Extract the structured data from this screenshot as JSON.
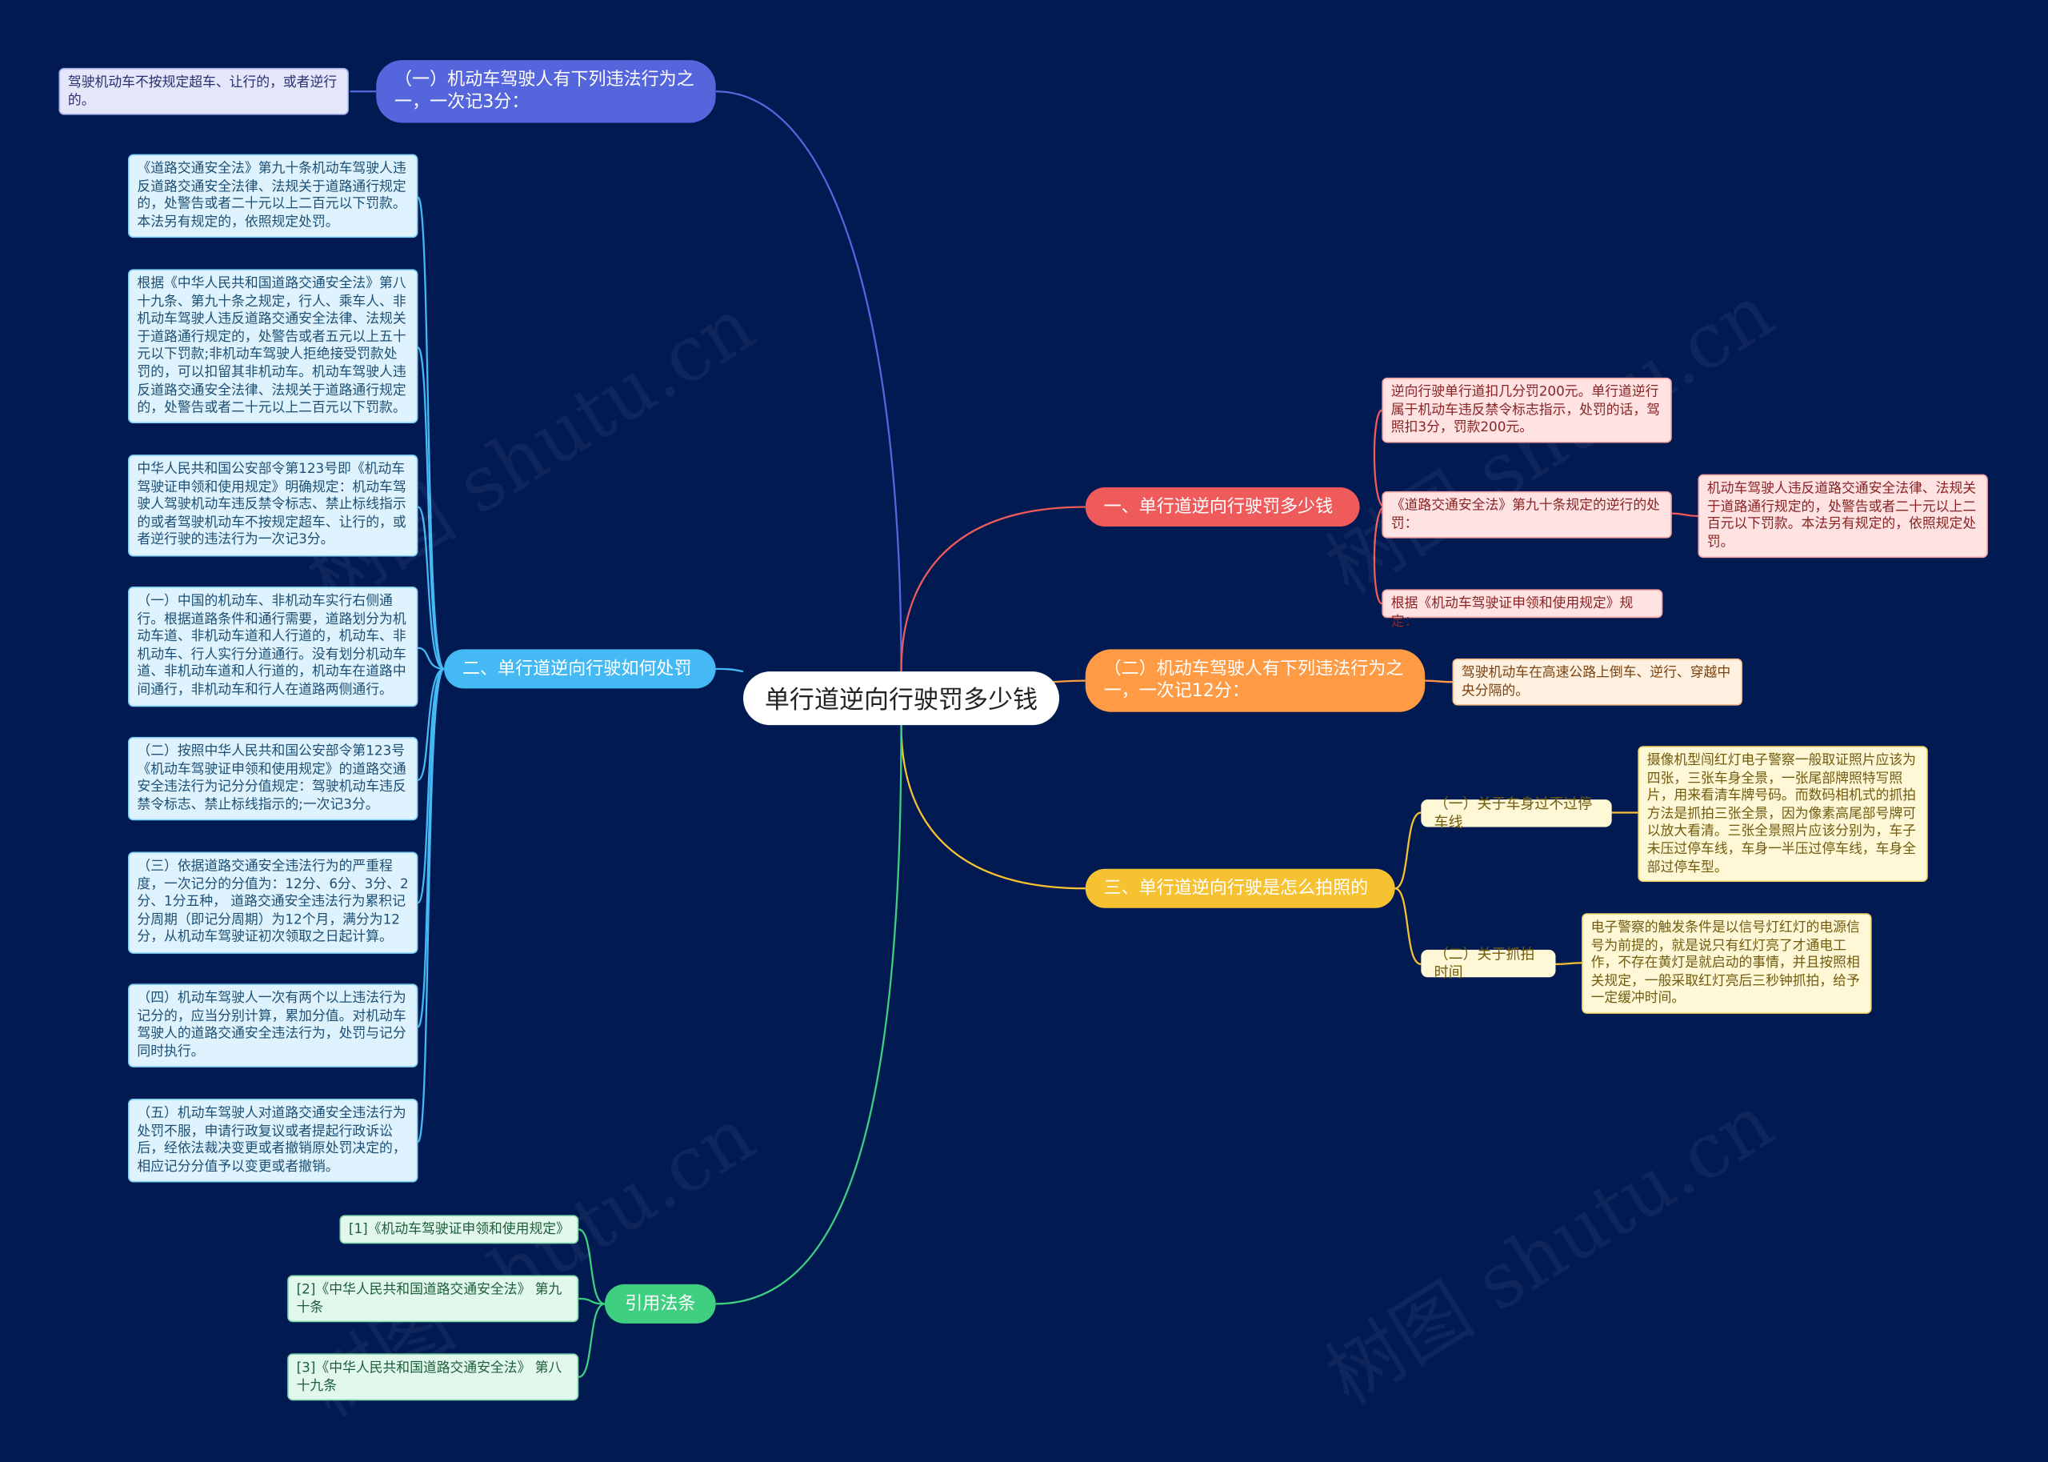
{
  "watermark": "树图 shutu.cn",
  "root": {
    "label": "单行道逆向行驶罚多少钱"
  },
  "colors": {
    "background": "#011a52",
    "branch_lav": "#5566dd",
    "branch_red": "#ef5b5b",
    "branch_orange": "#ff9a45",
    "branch_yellow": "#f6c232",
    "branch_blue": "#45b9f4",
    "branch_green": "#3ecf80"
  },
  "branches": {
    "lav": {
      "label": "（一）机动车驾驶人有下列违法行为之一，一次记3分：",
      "leaf": "驾驶机动车不按规定超车、让行的，或者逆行的。"
    },
    "red": {
      "label": "一、单行道逆向行驶罚多少钱",
      "items": [
        "逆向行驶单行道扣几分罚200元。单行道逆行属于机动车违反禁令标志指示，处罚的话，驾照扣3分，罚款200元。",
        "《道路交通安全法》第九十条规定的逆行的处罚：",
        "根据《机动车驾驶证申领和使用规定》规定："
      ],
      "detail": "机动车驾驶人违反道路交通安全法律、法规关于道路通行规定的，处警告或者二十元以上二百元以下罚款。本法另有规定的，依照规定处罚。"
    },
    "orange": {
      "label": "（二）机动车驾驶人有下列违法行为之一，一次记12分：",
      "leaf": "驾驶机动车在高速公路上倒车、逆行、穿越中央分隔的。"
    },
    "yellow": {
      "label": "三、单行道逆向行驶是怎么拍照的",
      "subs": [
        {
          "label": "（一）关于车身过不过停车线",
          "leaf": "摄像机型闯红灯电子警察一般取证照片应该为四张，三张车身全景，一张尾部牌照特写照片，用来看清车牌号码。而数码相机式的抓拍方法是抓拍三张全景，因为像素高尾部号牌可以放大看清。三张全景照片应该分别为，车子未压过停车线，车身一半压过停车线，车身全部过停车型。"
        },
        {
          "label": "（二）关于抓拍时间",
          "leaf": "电子警察的触发条件是以信号灯红灯的电源信号为前提的，就是说只有红灯亮了才通电工作，不存在黄灯是就启动的事情，并且按照相关规定，一般采取红灯亮后三秒钟抓拍，给予一定缓冲时间。"
        }
      ]
    },
    "blue": {
      "label": "二、单行道逆向行驶如何处罚",
      "leaves": [
        "《道路交通安全法》第九十条机动车驾驶人违反道路交通安全法律、法规关于道路通行规定的，处警告或者二十元以上二百元以下罚款。本法另有规定的，依照规定处罚。",
        "根据《中华人民共和国道路交通安全法》第八十九条、第九十条之规定，行人、乘车人、非机动车驾驶人违反道路交通安全法律、法规关于道路通行规定的，处警告或者五元以上五十元以下罚款;非机动车驾驶人拒绝接受罚款处罚的，可以扣留其非机动车。机动车驾驶人违反道路交通安全法律、法规关于道路通行规定的，处警告或者二十元以上二百元以下罚款。",
        "中华人民共和国公安部令第123号即《机动车驾驶证申领和使用规定》明确规定：机动车驾驶人驾驶机动车违反禁令标志、禁止标线指示的或者驾驶机动车不按规定超车、让行的，或者逆行驶的违法行为一次记3分。",
        "（一）中国的机动车、非机动车实行右侧通行。根据道路条件和通行需要，道路划分为机动车道、非机动车道和人行道的，机动车、非机动车、行人实行分道通行。没有划分机动车道、非机动车道和人行道的，机动车在道路中间通行，非机动车和行人在道路两侧通行。",
        "（二）按照中华人民共和国公安部令第123号《机动车驾驶证申领和使用规定》的道路交通安全违法行为记分分值规定：驾驶机动车违反禁令标志、禁止标线指示的;一次记3分。",
        "（三）依据道路交通安全违法行为的严重程度，一次记分的分值为：12分、6分、3分、2分、1分五种， 道路交通安全违法行为累积记分周期（即记分周期）为12个月，满分为12分，从机动车驾驶证初次领取之日起计算。",
        "（四）机动车驾驶人一次有两个以上违法行为记分的，应当分别计算，累加分值。对机动车驾驶人的道路交通安全违法行为，处罚与记分同时执行。",
        "（五）机动车驾驶人对道路交通安全违法行为处罚不服，申请行政复议或者提起行政诉讼后，经依法裁决变更或者撤销原处罚决定的，相应记分分值予以变更或者撤销。"
      ]
    },
    "green": {
      "label": "引用法条",
      "leaves": [
        "[1]《机动车驾驶证申领和使用规定》",
        "[2]《中华人民共和国道路交通安全法》 第九十条",
        "[3]《中华人民共和国道路交通安全法》 第八十九条"
      ]
    }
  }
}
